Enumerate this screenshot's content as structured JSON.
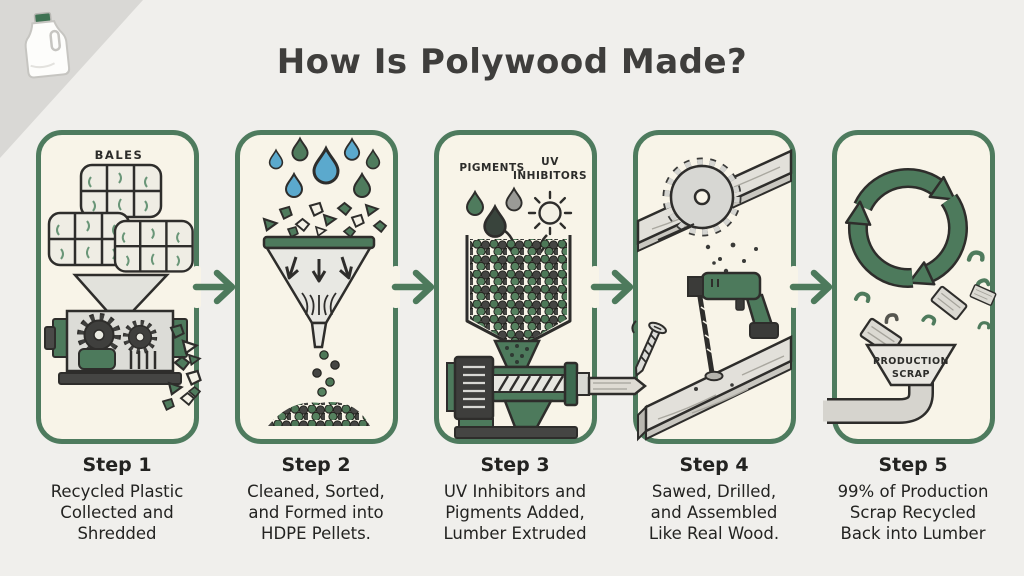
{
  "page": {
    "title": "How Is Polywood Made?",
    "background": "#f0efec",
    "corner_triangle": "#d9d8d5",
    "accent_green": "#4e7b5e",
    "card_bg": "#f8f4e8",
    "outline_dark": "#2e2d2b",
    "drop_blue": "#5ba9cd",
    "text_dark": "#232321"
  },
  "steps": [
    {
      "title": "Step 1",
      "lines": [
        "Recycled Plastic",
        "Collected and",
        "Shredded"
      ],
      "badge": "BALES",
      "icon": "bales-shredder-icon"
    },
    {
      "title": "Step 2",
      "lines": [
        "Cleaned, Sorted,",
        "and Formed into",
        "HDPE Pellets."
      ],
      "icon": "wash-funnel-pellets-icon"
    },
    {
      "title": "Step 3",
      "lines": [
        "UV Inhibitors and",
        "Pigments Added,",
        "Lumber Extruded"
      ],
      "labels": {
        "pigments": "PIGMENTS",
        "uv_line1": "UV",
        "uv_line2": "INHIBITORS"
      },
      "icon": "pellets-extruder-icon"
    },
    {
      "title": "Step 4",
      "lines": [
        "Sawed, Drilled,",
        "and Assembled",
        "Like Real Wood."
      ],
      "icon": "saw-drill-icon"
    },
    {
      "title": "Step 5",
      "lines": [
        "99% of Production",
        "Scrap Recycled",
        "Back into Lumber"
      ],
      "labels": {
        "scrap_line1": "PRODUCTION",
        "scrap_line2": "SCRAP"
      },
      "icon": "recycle-scrap-icon"
    }
  ]
}
